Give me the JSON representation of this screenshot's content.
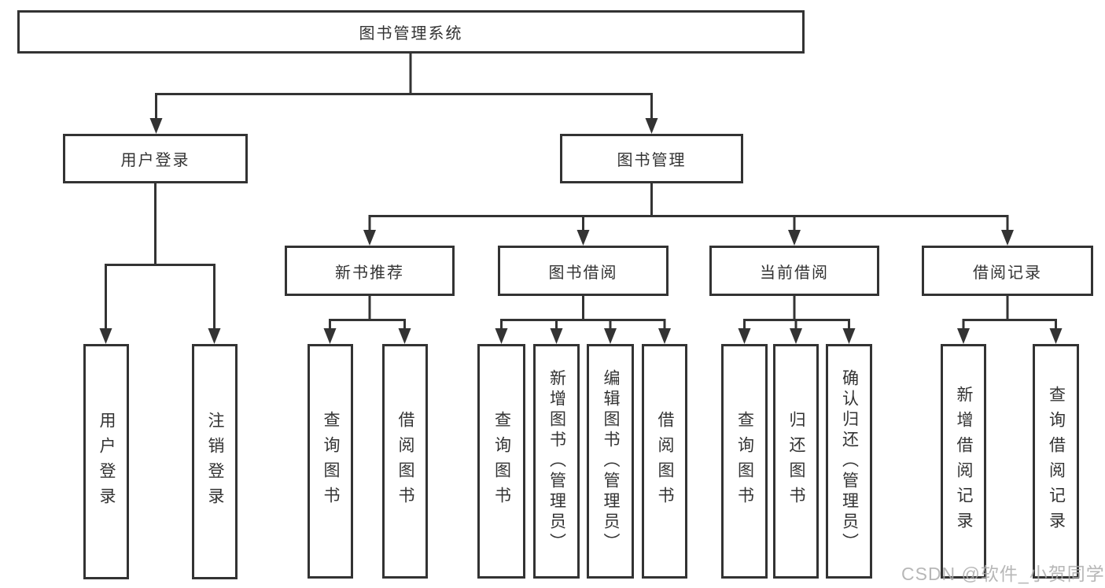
{
  "root": {
    "label": "图书管理系统"
  },
  "level2": [
    {
      "label": "用户登录",
      "children": [
        {
          "label": "用户登录"
        },
        {
          "label": "注销登录"
        }
      ]
    },
    {
      "label": "图书管理",
      "children": [
        {
          "label": "新书推荐",
          "children": [
            {
              "label": "查询图书"
            },
            {
              "label": "借阅图书"
            }
          ]
        },
        {
          "label": "图书借阅",
          "children": [
            {
              "label": "查询图书"
            },
            {
              "label": "新增图书（管理员）"
            },
            {
              "label": "编辑图书（管理员）"
            },
            {
              "label": "借阅图书"
            }
          ]
        },
        {
          "label": "当前借阅",
          "children": [
            {
              "label": "查询图书"
            },
            {
              "label": "归还图书"
            },
            {
              "label": "确认归还（管理员）"
            }
          ]
        },
        {
          "label": "借阅记录",
          "children": [
            {
              "label": "新增借阅记录"
            },
            {
              "label": "查询借阅记录"
            }
          ]
        }
      ]
    }
  ],
  "watermark": {
    "text": "CSDN @软件_小贺同学"
  },
  "colors": {
    "line": "#333333",
    "box_border": "#333333",
    "text": "#333333",
    "watermark": "#aaaaaa",
    "background": "#ffffff"
  }
}
